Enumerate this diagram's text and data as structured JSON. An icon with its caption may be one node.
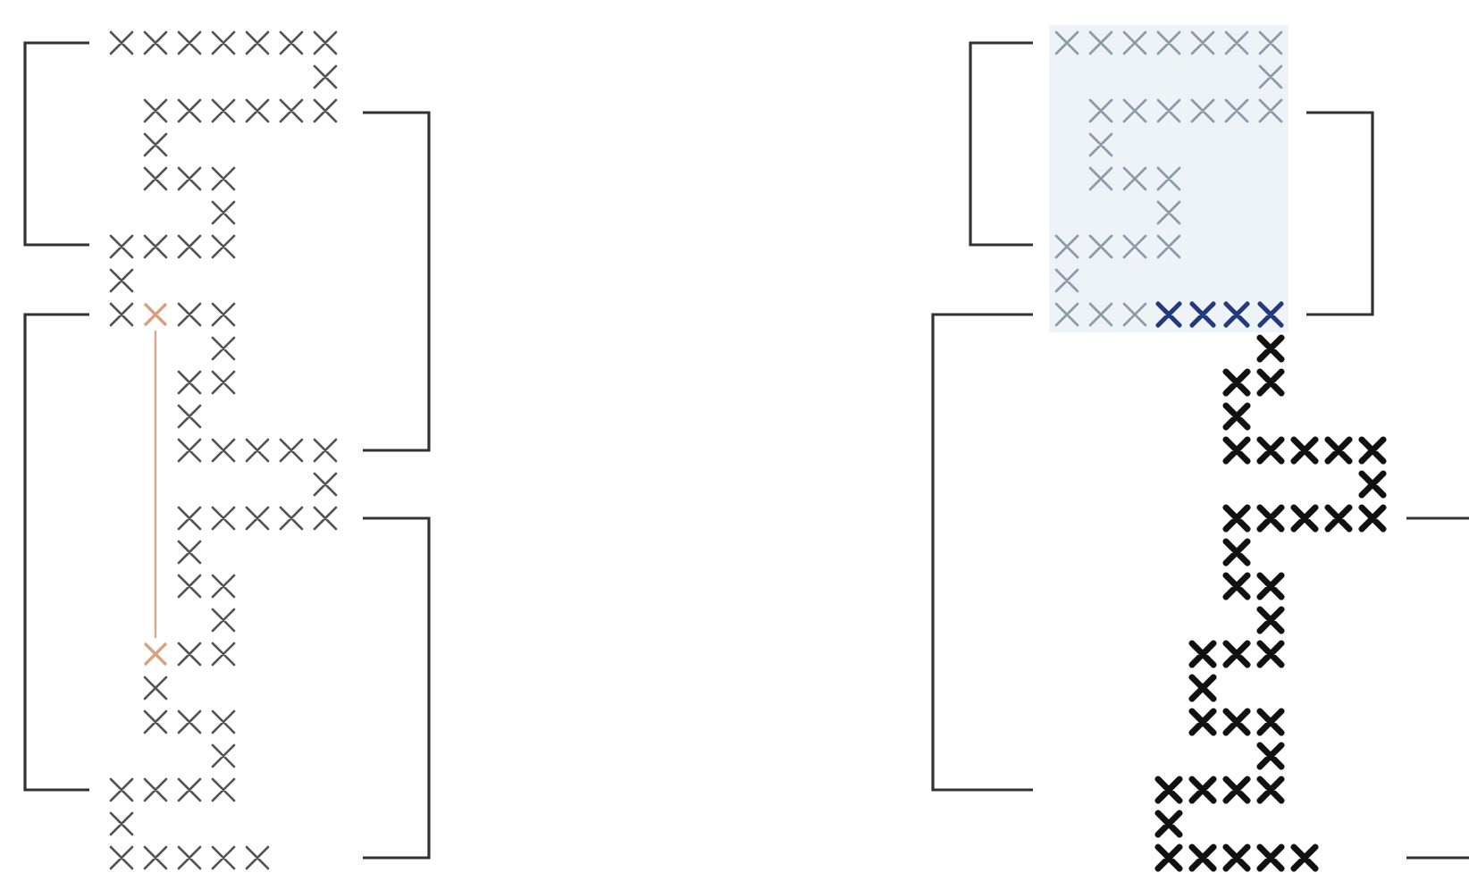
{
  "diagram": {
    "nodes": [
      {
        "text": [],
        "shape": "cross"
      },
      {
        "text": [],
        "shape": "cross"
      }
    ],
    "edges": [
      {
        "from": 0,
        "to": 1,
        "arrow": "none",
        "color": "#d9a88a"
      }
    ]
  }
}
